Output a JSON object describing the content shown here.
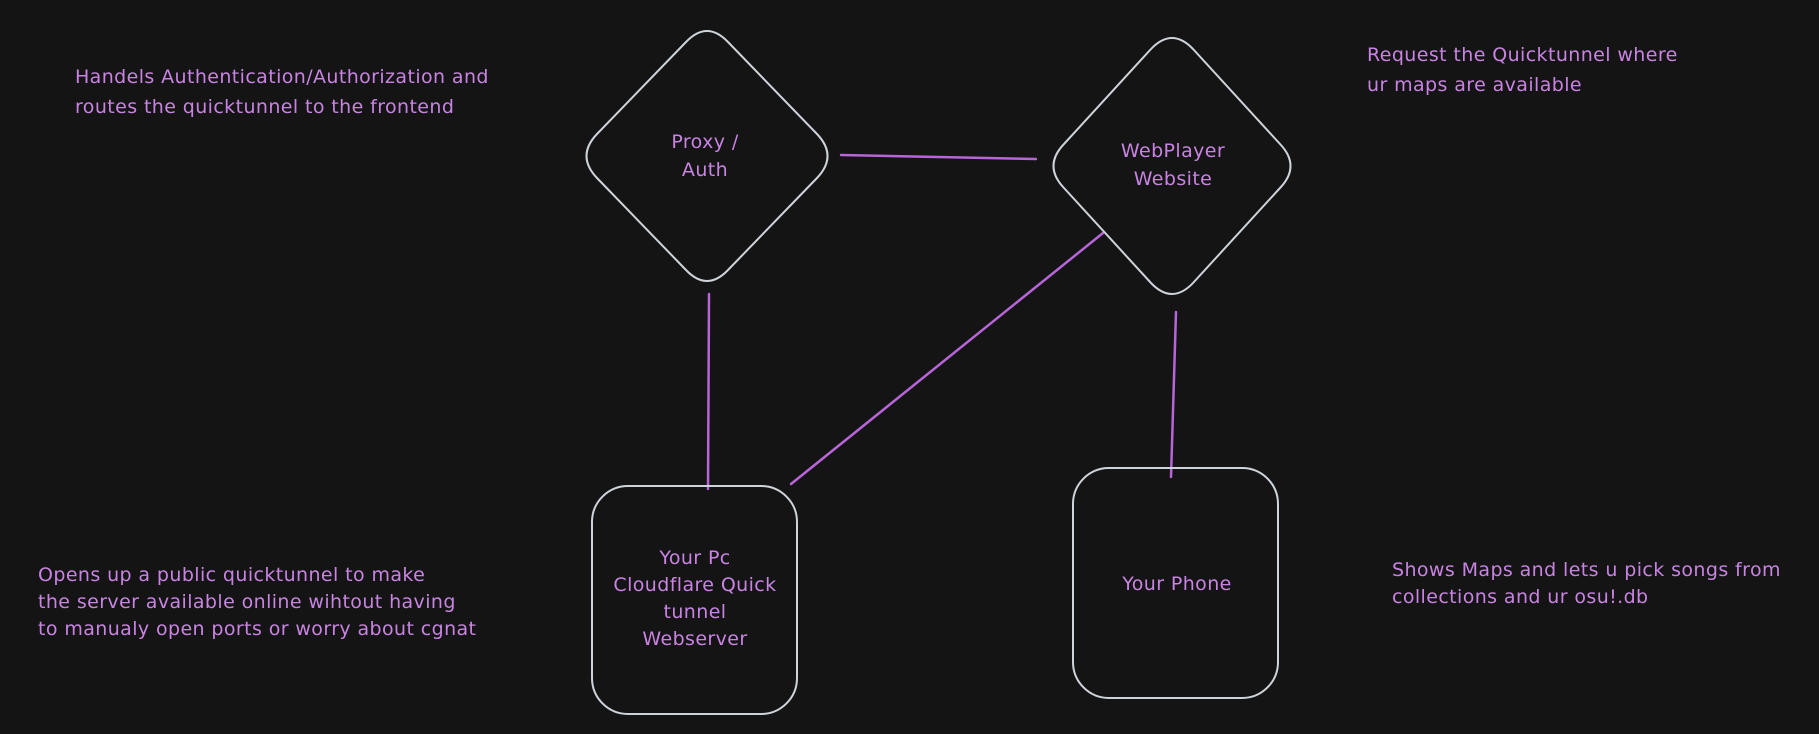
{
  "diagram": {
    "colors": {
      "background": "#141414",
      "shape_stroke": "#ced4da",
      "connector": "#b765d8",
      "text": "#c983e3"
    },
    "nodes": [
      {
        "id": "proxy-auth",
        "shape": "diamond",
        "label": "Proxy /\nAuth"
      },
      {
        "id": "webplayer-website",
        "shape": "diamond",
        "label": "WebPlayer\nWebsite"
      },
      {
        "id": "your-pc",
        "shape": "rounded-rectangle",
        "label": "Your Pc\nCloudflare Quick\ntunnel\nWebserver"
      },
      {
        "id": "your-phone",
        "shape": "rounded-rectangle",
        "label": "Your Phone"
      }
    ],
    "edges": [
      {
        "from": "proxy-auth",
        "to": "webplayer-website"
      },
      {
        "from": "proxy-auth",
        "to": "your-pc"
      },
      {
        "from": "webplayer-website",
        "to": "your-pc"
      },
      {
        "from": "webplayer-website",
        "to": "your-phone"
      }
    ],
    "annotations": [
      {
        "id": "proxy-note",
        "text": "Handels Authentication/Authorization and\nroutes the quicktunnel to the frontend"
      },
      {
        "id": "webplayer-note",
        "text": "Request the Quicktunnel where\nur maps are available"
      },
      {
        "id": "server-note",
        "text": "Opens up a public quicktunnel to make\nthe server available online wihtout having\nto manualy open ports or worry about cgnat"
      },
      {
        "id": "phone-note",
        "text": "Shows Maps and lets u pick songs from\ncollections and ur osu!.db"
      }
    ]
  }
}
